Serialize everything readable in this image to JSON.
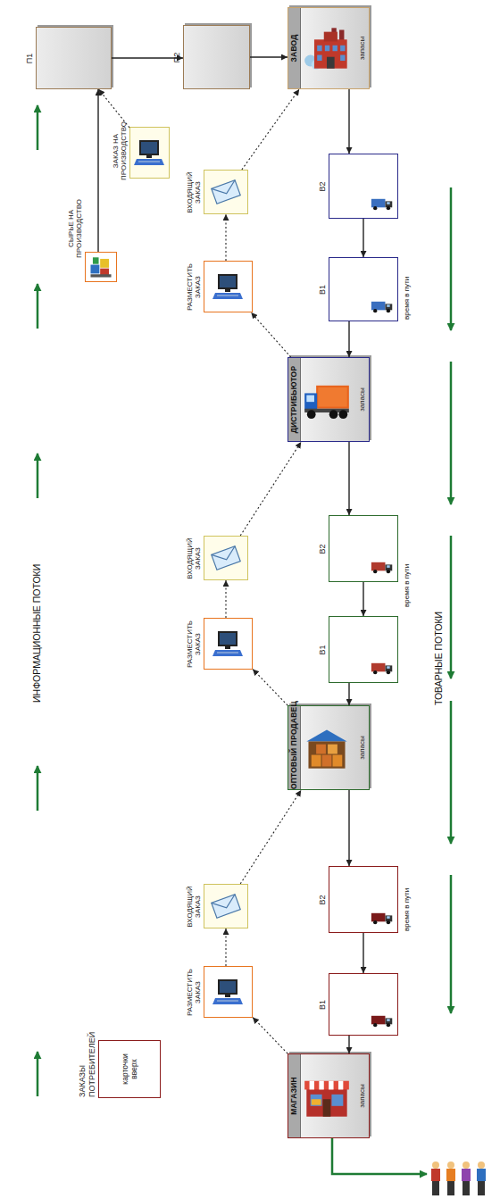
{
  "diagram": {
    "nodes": [
      {
        "text": [
          "ЗАКАЗЫ ПОТРЕБИТЕЛЕЙ",
          "карточки вверх"
        ]
      },
      {
        "text": [
          "МАГАЗИН",
          "запасы"
        ]
      },
      {
        "text": [
          "В1"
        ]
      },
      {
        "text": [
          "В2"
        ]
      },
      {
        "text": [
          "РАЗМЕСТИТЬ ЗАКАЗ"
        ]
      },
      {
        "text": [
          "ВХОДЯЩИЙ ЗАКАЗ"
        ]
      },
      {
        "text": [
          "ОПТОВЫЙ ПРОДАВЕЦ",
          "запасы"
        ]
      },
      {
        "text": [
          "В1"
        ]
      },
      {
        "text": [
          "В2"
        ]
      },
      {
        "text": [
          "РАЗМЕСТИТЬ ЗАКАЗ"
        ]
      },
      {
        "text": [
          "ВХОДЯЩИЙ ЗАКАЗ"
        ]
      },
      {
        "text": [
          "ДИСТРИБЬЮТОР",
          "запасы"
        ]
      },
      {
        "text": [
          "В1"
        ]
      },
      {
        "text": [
          "В2"
        ]
      },
      {
        "text": [
          "РАЗМЕСТИТЬ ЗАКАЗ"
        ]
      },
      {
        "text": [
          "ВХОДЯЩИЙ ЗАКАЗ"
        ]
      },
      {
        "text": [
          "СЫРЬЕ НА ПРОИЗВОДСТВО"
        ]
      },
      {
        "text": [
          "ЗАКАЗ НА ПРОИЗВОДСТВО"
        ]
      },
      {
        "text": [
          "П1"
        ]
      },
      {
        "text": [
          "П2"
        ]
      },
      {
        "text": [
          "ЗАВОД",
          "запасы"
        ]
      }
    ],
    "edges": [
      {
        "from": 20,
        "to": 13,
        "arrow": "to"
      },
      {
        "from": 13,
        "to": 12,
        "arrow": "to"
      },
      {
        "from": 12,
        "to": 11,
        "arrow": "to"
      },
      {
        "from": 11,
        "to": 8,
        "arrow": "to"
      },
      {
        "from": 8,
        "to": 7,
        "arrow": "to"
      },
      {
        "from": 7,
        "to": 6,
        "arrow": "to"
      },
      {
        "from": 6,
        "to": 3,
        "arrow": "to"
      },
      {
        "from": 3,
        "to": 2,
        "arrow": "to"
      },
      {
        "from": 2,
        "to": 1,
        "arrow": "to"
      },
      {
        "from": 1,
        "to": 4,
        "arrow": "to"
      },
      {
        "from": 4,
        "to": 5,
        "arrow": "to"
      },
      {
        "from": 5,
        "to": 6,
        "arrow": "to"
      },
      {
        "from": 6,
        "to": 9,
        "arrow": "to"
      },
      {
        "from": 9,
        "to": 10,
        "arrow": "to"
      },
      {
        "from": 10,
        "to": 11,
        "arrow": "to"
      },
      {
        "from": 11,
        "to": 14,
        "arrow": "to"
      },
      {
        "from": 14,
        "to": 15,
        "arrow": "to"
      },
      {
        "from": 15,
        "to": 20,
        "arrow": "to"
      },
      {
        "from": 16,
        "to": 18,
        "arrow": "to"
      },
      {
        "from": 17,
        "to": 18,
        "arrow": "to"
      },
      {
        "from": 18,
        "to": 19,
        "arrow": "to"
      },
      {
        "from": 19,
        "to": 20,
        "arrow": "to"
      }
    ],
    "labels": [
      "ИНФОРМАЦИОННЫЕ ПОТОКИ",
      "ТОВАРНЫЕ ПОТОКИ",
      "время в пути",
      "время в пути",
      "время в пути"
    ]
  }
}
